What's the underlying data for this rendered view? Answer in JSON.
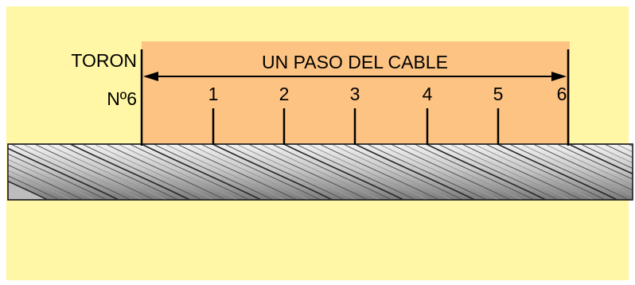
{
  "colors": {
    "background": "#FFF6A6",
    "span_fill": "#FCC383",
    "rope_light": "#D4D4D4",
    "rope_dark": "#3A3A3A",
    "line": "#000000"
  },
  "labels": {
    "toron": "TORON",
    "strand_number": "Nº6",
    "span_title": "UN PASO DEL CABLE"
  },
  "strand_marks": [
    "1",
    "2",
    "3",
    "4",
    "5",
    "6"
  ]
}
